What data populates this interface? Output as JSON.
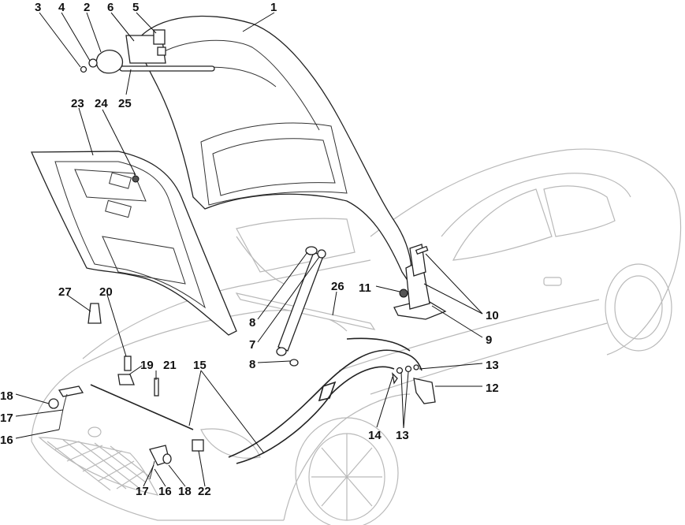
{
  "callouts": [
    {
      "id": "c1",
      "text": "1"
    },
    {
      "id": "c2",
      "text": "2"
    },
    {
      "id": "c3",
      "text": "3"
    },
    {
      "id": "c4",
      "text": "4"
    },
    {
      "id": "c5",
      "text": "5"
    },
    {
      "id": "c6",
      "text": "6"
    },
    {
      "id": "c7",
      "text": "7"
    },
    {
      "id": "c8a",
      "text": "8"
    },
    {
      "id": "c8b",
      "text": "8"
    },
    {
      "id": "c9",
      "text": "9"
    },
    {
      "id": "c10",
      "text": "10"
    },
    {
      "id": "c11",
      "text": "11"
    },
    {
      "id": "c12",
      "text": "12"
    },
    {
      "id": "c13a",
      "text": "13"
    },
    {
      "id": "c13b",
      "text": "13"
    },
    {
      "id": "c14",
      "text": "14"
    },
    {
      "id": "c15",
      "text": "15"
    },
    {
      "id": "c16a",
      "text": "16"
    },
    {
      "id": "c16b",
      "text": "16"
    },
    {
      "id": "c17a",
      "text": "17"
    },
    {
      "id": "c17b",
      "text": "17"
    },
    {
      "id": "c18a",
      "text": "18"
    },
    {
      "id": "c18b",
      "text": "18"
    },
    {
      "id": "c19",
      "text": "19"
    },
    {
      "id": "c20",
      "text": "20"
    },
    {
      "id": "c21",
      "text": "21"
    },
    {
      "id": "c22",
      "text": "22"
    },
    {
      "id": "c23",
      "text": "23"
    },
    {
      "id": "c24",
      "text": "24"
    },
    {
      "id": "c25",
      "text": "25"
    },
    {
      "id": "c26",
      "text": "26"
    },
    {
      "id": "c27",
      "text": "27"
    }
  ]
}
